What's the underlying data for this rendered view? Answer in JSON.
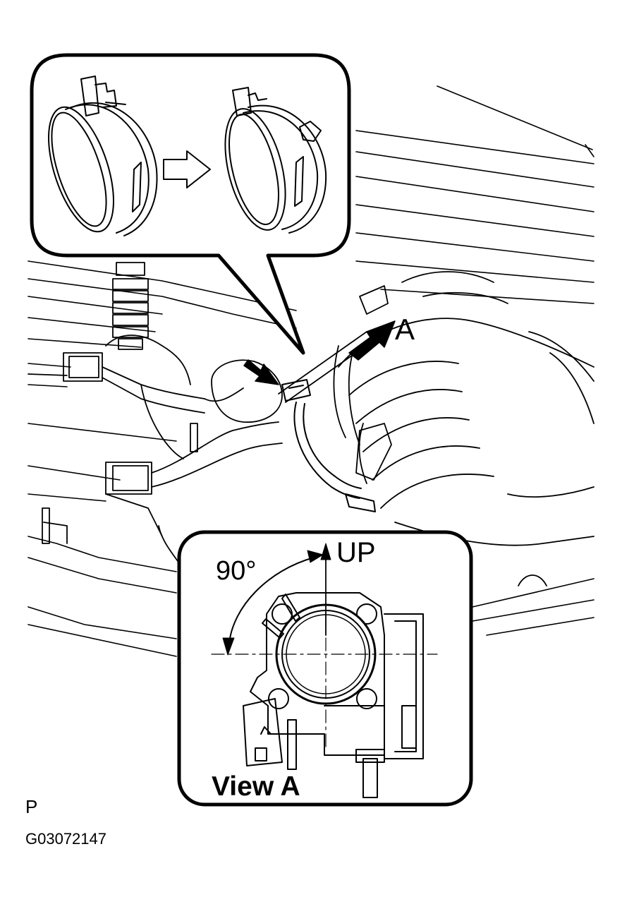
{
  "labels": {
    "view_marker": "A",
    "up_direction": "UP",
    "rotation_angle": "90°",
    "view_title": "View A",
    "corner_letter": "P",
    "figure_code": "G03072147"
  }
}
